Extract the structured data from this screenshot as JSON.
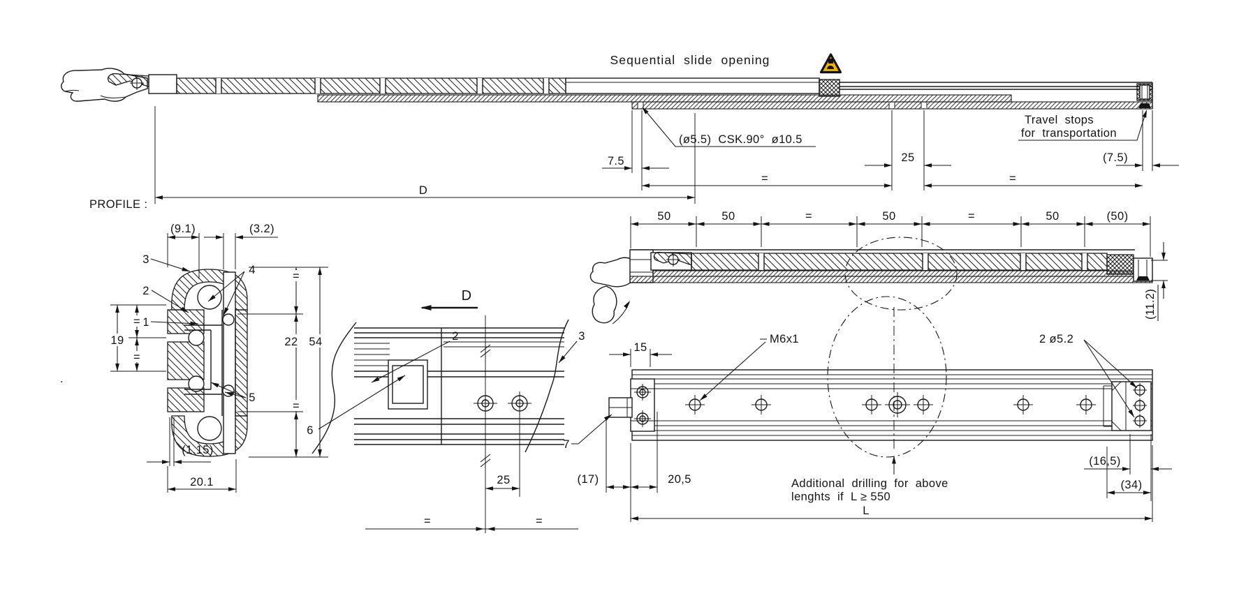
{
  "top_view": {
    "note": "Sequential  slide  opening",
    "travel_stops_line1": "Travel  stops",
    "travel_stops_line2": "for  transportation",
    "hole_callout": "(ø5.5)  CSK.90°  ø10.5",
    "dim_front_offset": "7.5",
    "dim_hole_pitch": "25",
    "dim_eq_left": "=",
    "dim_eq_right": "=",
    "dim_end_offset": "(7.5)",
    "dim_overall": "D"
  },
  "profile_view": {
    "label": "PROFILE :",
    "dim_outer_width": "(9.1)",
    "dim_plate_thickness": "(3.2)",
    "dim_mid_height": "19",
    "dim_inner_height": "22",
    "dim_total_height": "54",
    "dim_bottom_wall": "(1.15)",
    "dim_overall_width": "20.1",
    "eq_right_top": "=",
    "eq_right_bottom": "=",
    "eq_left_top": "=",
    "eq_left_bottom": "=",
    "item_1": "1",
    "item_2": "2",
    "item_3": "3",
    "item_4": "4",
    "item_5": "5"
  },
  "detail_view": {
    "view_label": "D",
    "item_2": "2",
    "item_3": "3",
    "item_6": "6",
    "dim_hole_pitch": "25",
    "eq_left": "=",
    "eq_right": "="
  },
  "closed_view": {
    "dim_1": "50",
    "dim_2": "50",
    "dim_3": "=",
    "dim_4": "50",
    "dim_5": "=",
    "dim_6": "50",
    "dim_7": "(50)",
    "dim_height": "(11.2)"
  },
  "plan_view": {
    "thread_callout": "M6x1",
    "end_holes_callout": "2  ø5.2",
    "item_7": "7",
    "dim_bracket_offset": "15",
    "dim_lever": "(17)",
    "dim_first_hole": "20,5",
    "dim_end_inset": "(16,5)",
    "dim_end_block": "(34)",
    "dim_length": "L",
    "note_line1": "Additional  drilling  for  above",
    "note_line2": "lenghts  if  L ≥ 550"
  },
  "misc": {
    "stray_mark": "."
  }
}
